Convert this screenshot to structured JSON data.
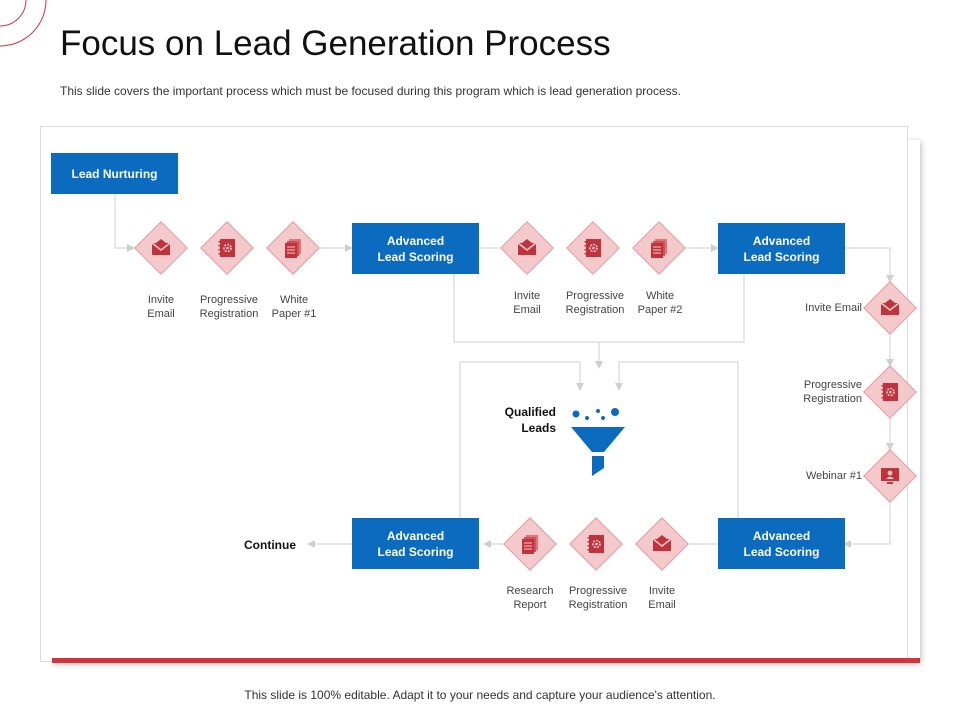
{
  "header": {
    "title": "Focus on Lead Generation Process",
    "subtitle": "This slide covers the important process which must be focused during this program which is lead generation process."
  },
  "diagram": {
    "start_box": "Lead Nurturing",
    "scoring_top_1": "Advanced\nLead Scoring",
    "scoring_top_2": "Advanced\nLead Scoring",
    "scoring_bottom_right": "Advanced\nLead Scoring",
    "scoring_bottom_left": "Advanced\nLead Scoring",
    "center_label": "Qualified\nLeads",
    "continue_label": "Continue",
    "step_labels": {
      "row1_invite": "Invite\nEmail",
      "row1_progressive": "Progressive\nRegistration",
      "row1_whitepaper": "White\nPaper #1",
      "row2_invite": "Invite\nEmail",
      "row2_progressive": "Progressive\nRegistration",
      "row2_whitepaper": "White\nPaper #2",
      "col_invite": "Invite Email",
      "col_progressive": "Progressive\nRegistration",
      "col_webinar": "Webinar #1",
      "bottom_research": "Research\nReport",
      "bottom_progressive": "Progressive\nRegistration",
      "bottom_invite": "Invite\nEmail"
    },
    "icons": {
      "email": "envelope-icon",
      "registration": "notebook-gear-icon",
      "paper": "document-stack-icon",
      "webinar": "presenter-screen-icon",
      "funnel": "funnel-icon"
    }
  },
  "footer": {
    "note": "This slide is 100% editable. Adapt it to your needs and capture your audience's attention."
  },
  "colors": {
    "accent_blue": "#0a6bbf",
    "diamond_fill": "#f3c9cc",
    "icon_red": "#c0333d",
    "bar_red": "#d0343c",
    "connector_gray": "#c8c8c8"
  }
}
